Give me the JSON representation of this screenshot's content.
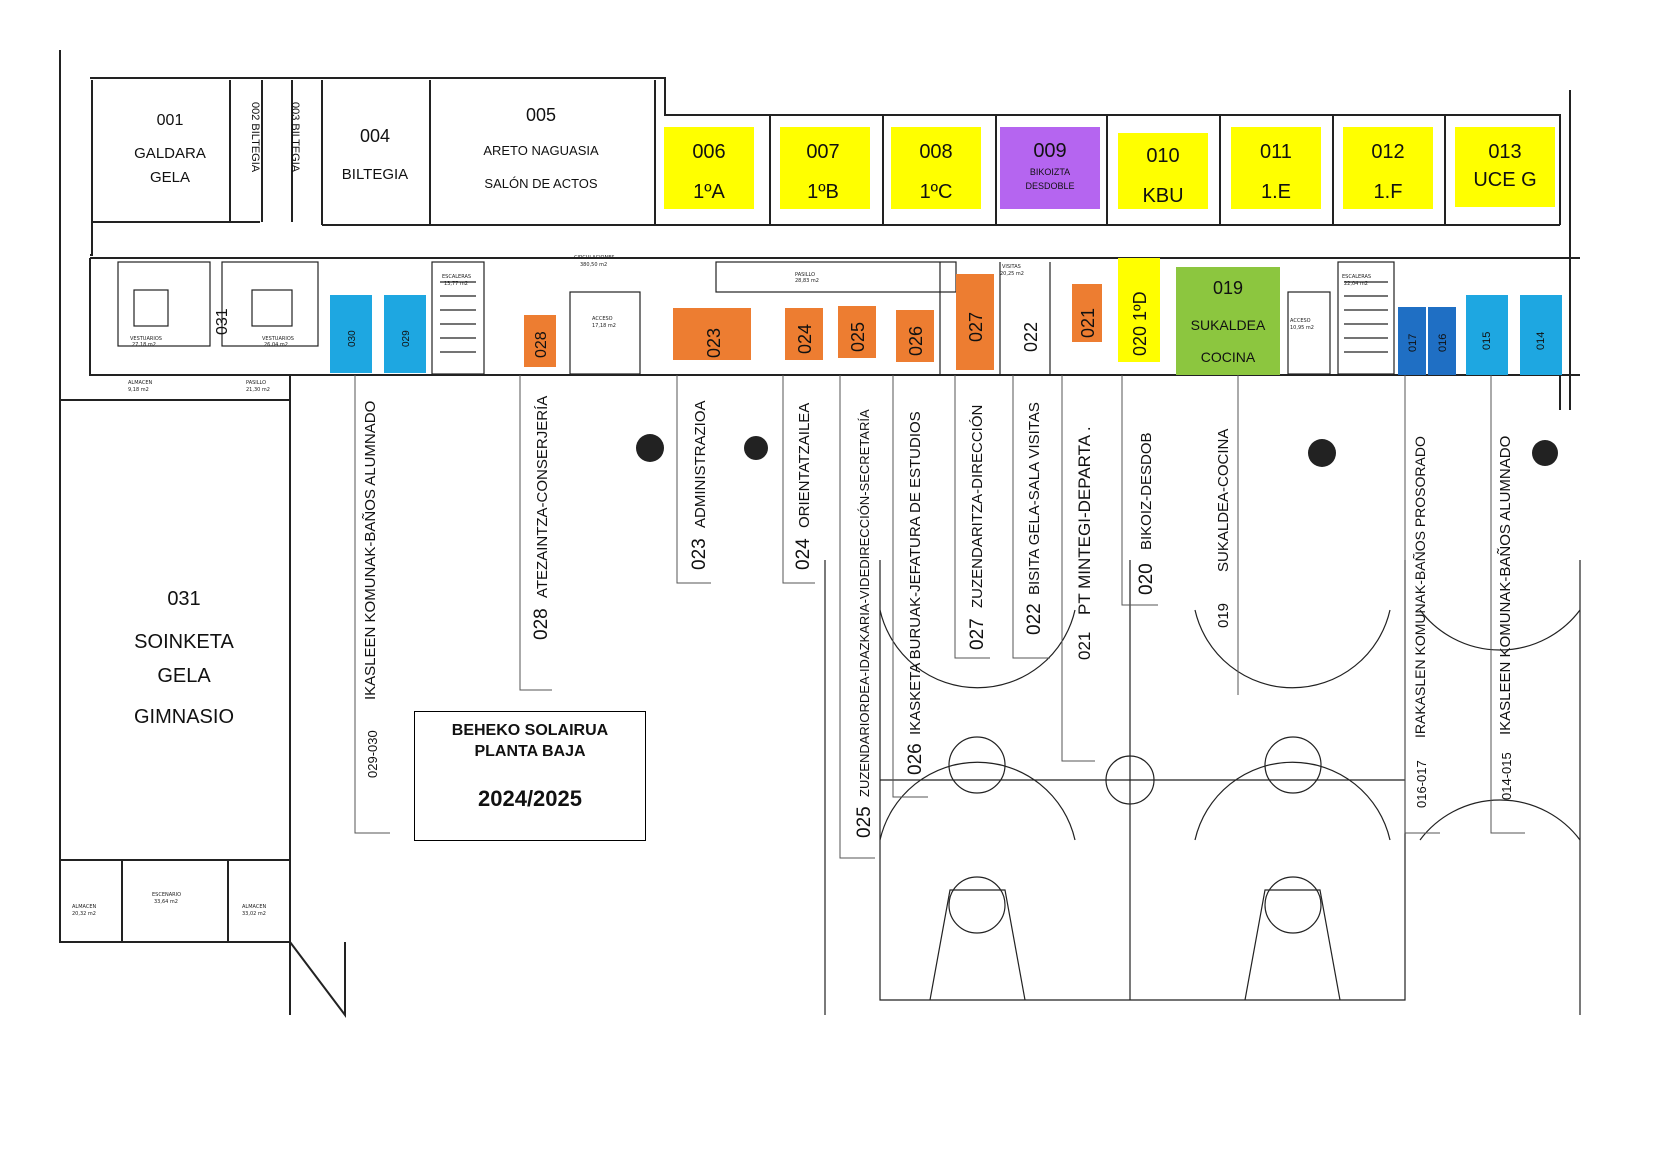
{
  "colors": {
    "classroom": "#ffff00",
    "desdoble": "#b565f0",
    "office": "#ed7d31",
    "kitchen": "#8cc63f",
    "toilets": "#1ea7e1",
    "staff_toilets": "#1f6fc4"
  },
  "top_rooms": [
    {
      "num": "001",
      "l1": "GALDARA",
      "l2": "GELA"
    },
    {
      "num": "004",
      "l1": "BILTEGIA"
    },
    {
      "num": "005",
      "l1": "ARETO NAGUASIA",
      "l2": "SALÓN DE ACTOS"
    }
  ],
  "vertical_small": [
    {
      "text": "002 BILTEGIA"
    },
    {
      "text": "003 BILTEGIA"
    }
  ],
  "classrooms": [
    {
      "num": "006",
      "name": "1ºA"
    },
    {
      "num": "007",
      "name": "1ºB"
    },
    {
      "num": "008",
      "name": "1ºC"
    },
    {
      "num": "009",
      "name": "BIKOIZTA",
      "name2": "DESDOBLE"
    },
    {
      "num": "010",
      "name": "KBU"
    },
    {
      "num": "011",
      "name": "1.E"
    },
    {
      "num": "012",
      "name": "1.F"
    },
    {
      "num": "013",
      "name": "UCE G"
    }
  ],
  "gym": {
    "num": "031",
    "l1": "SOINKETA",
    "l2": "GELA",
    "l3": "GIMNASIO",
    "corridor": "031"
  },
  "kitchen": {
    "num": "019",
    "l1": "SUKALDEA",
    "l2": "COCINA"
  },
  "small_rooms": [
    {
      "num": "030"
    },
    {
      "num": "029"
    },
    {
      "num": "028"
    },
    {
      "num": "023"
    },
    {
      "num": "024"
    },
    {
      "num": "025"
    },
    {
      "num": "026"
    },
    {
      "num": "027"
    },
    {
      "num": "022"
    },
    {
      "num": "021"
    },
    {
      "num": "020  1ºD"
    },
    {
      "num": "017"
    },
    {
      "num": "016"
    },
    {
      "num": "015"
    },
    {
      "num": "014"
    }
  ],
  "callouts": [
    {
      "num": "029-030",
      "text": "IKASLEEN KOMUNAK-BAÑOS ALUMNADO"
    },
    {
      "num": "028",
      "text": "ATEZAINTZA-CONSERJERÍA"
    },
    {
      "num": "023",
      "text": "ADMINISTRAZIOA"
    },
    {
      "num": "024",
      "text": "ORIENTATZAILEA"
    },
    {
      "num": "025",
      "text": "ZUZENDARIORDEA-IDAZKARIA-VIDEDIRECCIÓN-SECRETARÍA"
    },
    {
      "num": "026",
      "text": "IKASKETA BURUAK-JEFATURA DE ESTUDIOS"
    },
    {
      "num": "027",
      "text": "ZUZENDARITZA-DIRECCIÓN"
    },
    {
      "num": "022",
      "text": "BISITA GELA-SALA VISITAS"
    },
    {
      "num": "021",
      "text": "PT MINTEGI-DEPARTA  ."
    },
    {
      "num": "020",
      "text": "BIKOIZ-DESDOB"
    },
    {
      "num": "019",
      "text": "SUKALDEA-COCINA"
    },
    {
      "num": "016-017",
      "text": "IRAKASLEN KOMUNAK-BAÑOS PROSORADO"
    },
    {
      "num": "014-015",
      "text": "IKASLEEN KOMUNAK-BAÑOS ALUMNADO"
    }
  ],
  "title": {
    "line1": "BEHEKO SOLAIRUA",
    "line2": "PLANTA BAJA",
    "year": "2024/2025"
  },
  "plan_labels": [
    "CIRCULACIONES",
    "380,50 m2",
    "PASILLO",
    "28,83 m2",
    "ACCESO",
    "17,18 m2",
    "VISITAS",
    "20,25 m2",
    "ESCALERAS",
    "13,77 m2",
    "ESCALERAS",
    "22,04 m2",
    "VESTUARIOS",
    "27,18 m2",
    "VESTUARIOS",
    "26,04 m2",
    "ALMACEN",
    "9,18 m2",
    "PASILLO",
    "21,30 m2",
    "ALMACEN",
    "20,32 m2",
    "ESCENARIO",
    "33,64 m2",
    "ALMACEN",
    "33,02 m2",
    "ACCESO",
    "10,95 m2"
  ]
}
